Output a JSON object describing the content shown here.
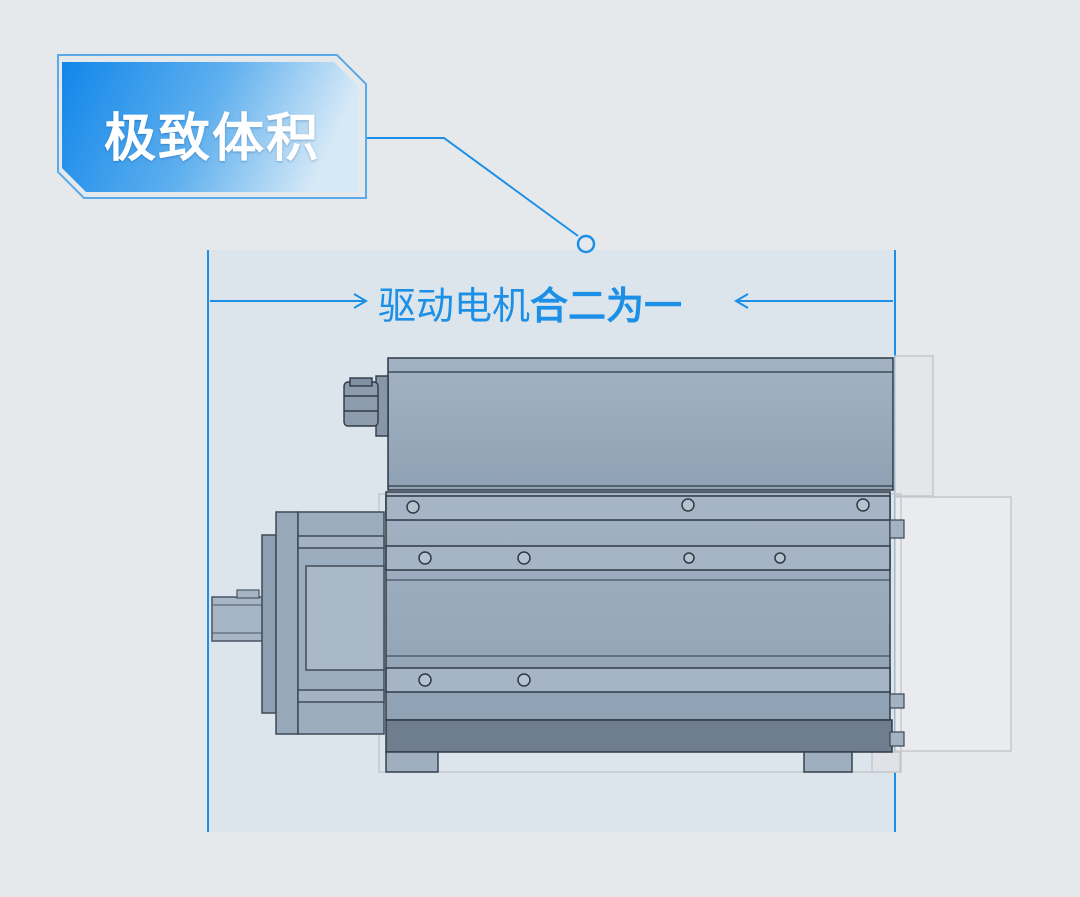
{
  "badge": {
    "title": "极致体积"
  },
  "caption": {
    "normal": "驱动电机",
    "bold": "合二为一"
  },
  "colors": {
    "accent": "#1c8fe6",
    "badge_start": "#1186ea",
    "badge_end": "#cfe6f7",
    "background": "#e6e9ec",
    "motor_body": "#9aabbe"
  },
  "icons": [
    "left-arrow-icon",
    "right-arrow-icon",
    "leader-dot-icon"
  ]
}
